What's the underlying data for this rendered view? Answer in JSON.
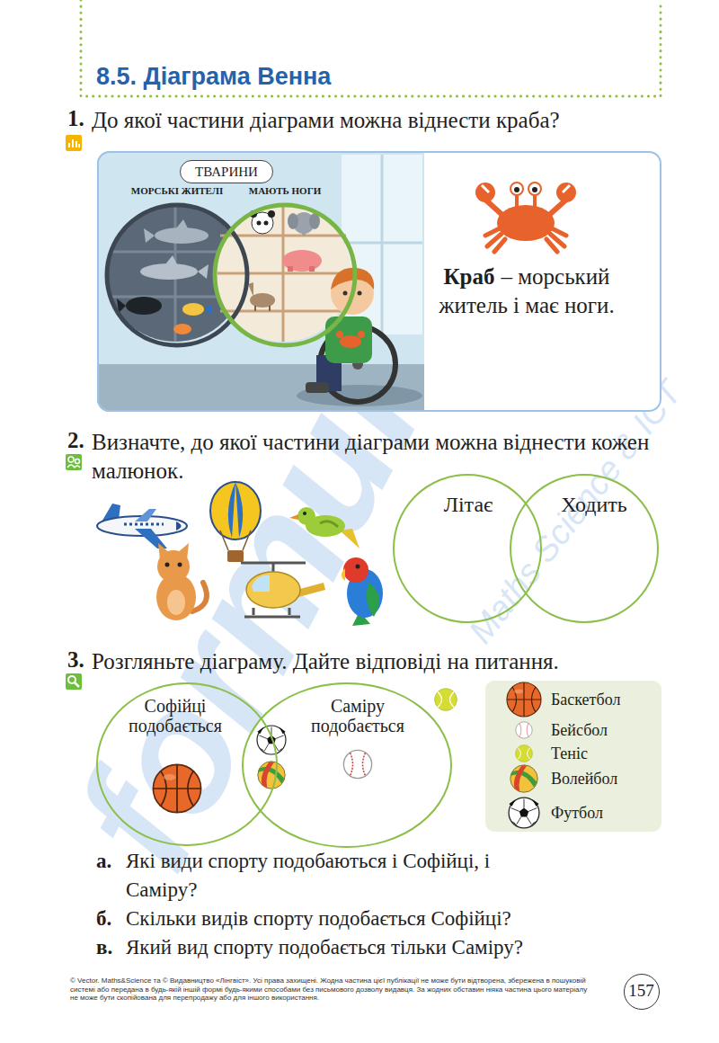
{
  "diagram": {
    "title": "8.5. Діаграма Венна",
    "nodes": [
      {
        "text": [
          "Краб",
          "– морський житель і має ноги."
        ]
      },
      {
        "text": [
          "ТВАРИНИ"
        ],
        "in": 0
      },
      {
        "text": [
          "МОРСЬКІ ЖИТЕЛІ"
        ],
        "in": 0
      },
      {
        "text": [
          "МАЮТЬ НОГИ"
        ],
        "in": 0
      },
      {
        "text": [
          "Літає"
        ]
      },
      {
        "text": [
          "Ходить"
        ]
      },
      {
        "text": [
          "Софійці подобається"
        ]
      },
      {
        "text": [
          "Саміру подобається"
        ]
      },
      {
        "text": [
          "157"
        ]
      }
    ],
    "labels": [
      "1.",
      "До якої частини діаграми можна віднести краба?",
      "2.",
      "Визначте, до якої частини діаграми можна віднести кожен малюнок.",
      "3.",
      "Розгляньте діаграму. Дайте відповіді на питання.",
      "а.",
      "Які види спорту подобаються і Софійці, і Саміру?",
      "б.",
      "Скільки видів спорту подобається Софійці?",
      "в.",
      "Який вид спорту подобається тільки Саміру?",
      "© Vector. Maths&Science та © Видавництво «Лінгвіст». Усі права захищені. Жодна частина цієї публікації не може бути відтворена, збережена в пошуковій системі або передана в будь-якій іншій формі будь-якими способами без письмового дозволу видавця. За жодних обставин ніяка частина цього матеріалу не може бути скопійована для перепродажу або для іншого використання.",
      "formula",
      "Maths Science & ICT"
    ],
    "legend": [
      {
        "text": "Баскетбол"
      },
      {
        "text": "Бейсбол"
      },
      {
        "text": "Теніс"
      },
      {
        "text": "Волейбол"
      },
      {
        "text": "Футбол"
      }
    ]
  }
}
